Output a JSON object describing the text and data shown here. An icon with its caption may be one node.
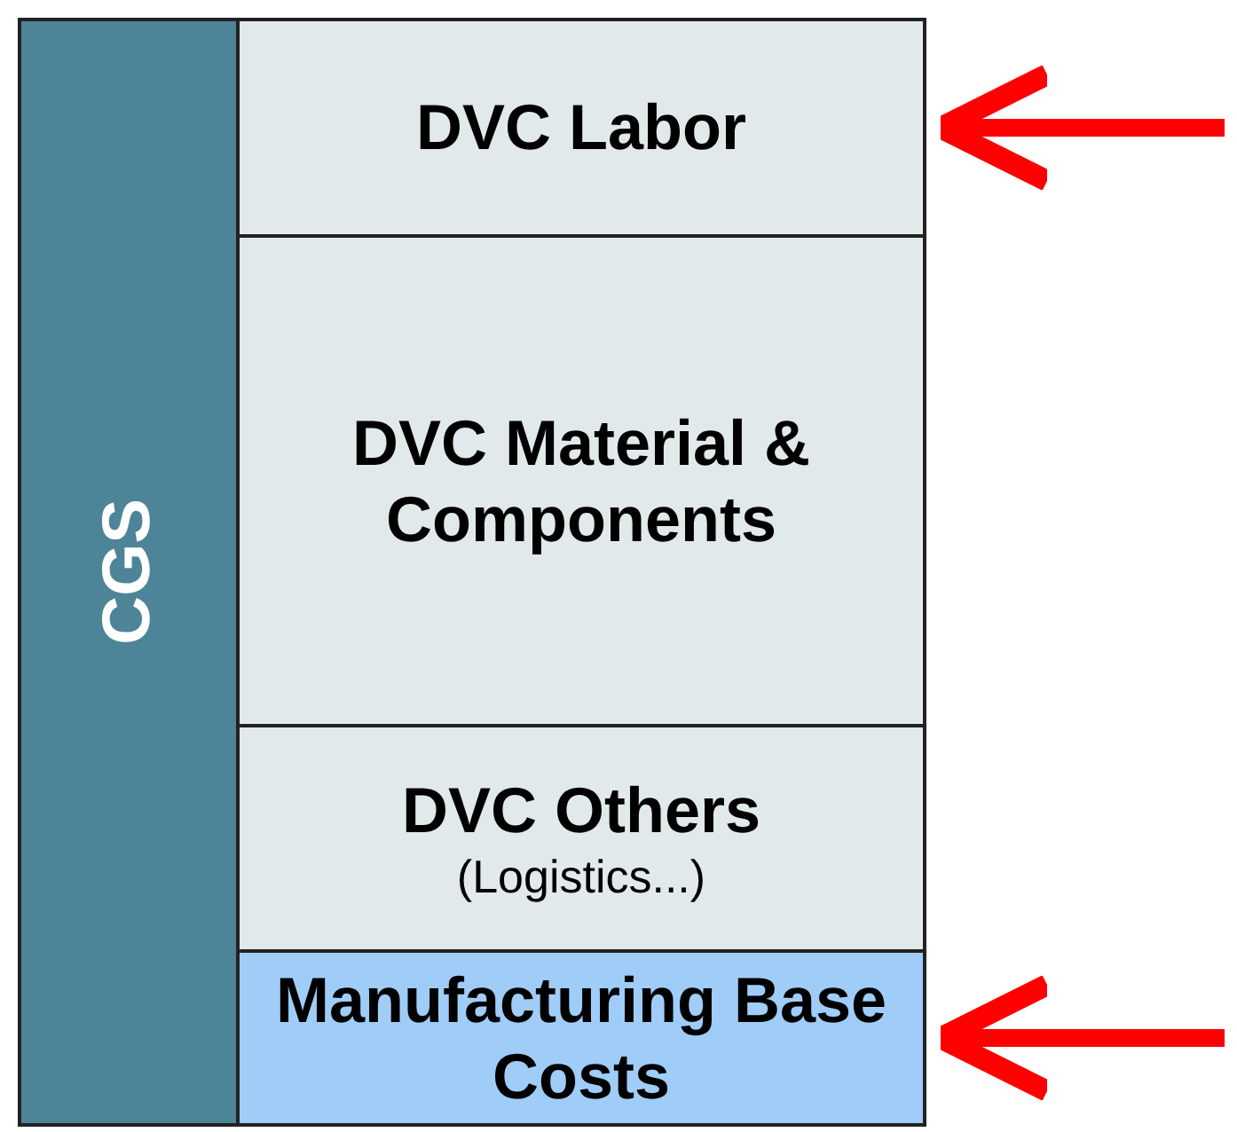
{
  "diagram": {
    "nodes": [
      {
        "text": [
          "CGS"
        ]
      },
      {
        "text": [
          "DVC Labor"
        ]
      },
      {
        "text": [
          "DVC Material & Components"
        ]
      },
      {
        "text": [
          "DVC Others",
          "(Logistics...)"
        ]
      },
      {
        "text": [
          "Manufacturing Base Costs"
        ]
      }
    ],
    "edges": [
      {
        "from": null,
        "to": 1,
        "arrow": "to"
      },
      {
        "from": null,
        "to": 4,
        "arrow": "to"
      }
    ]
  }
}
